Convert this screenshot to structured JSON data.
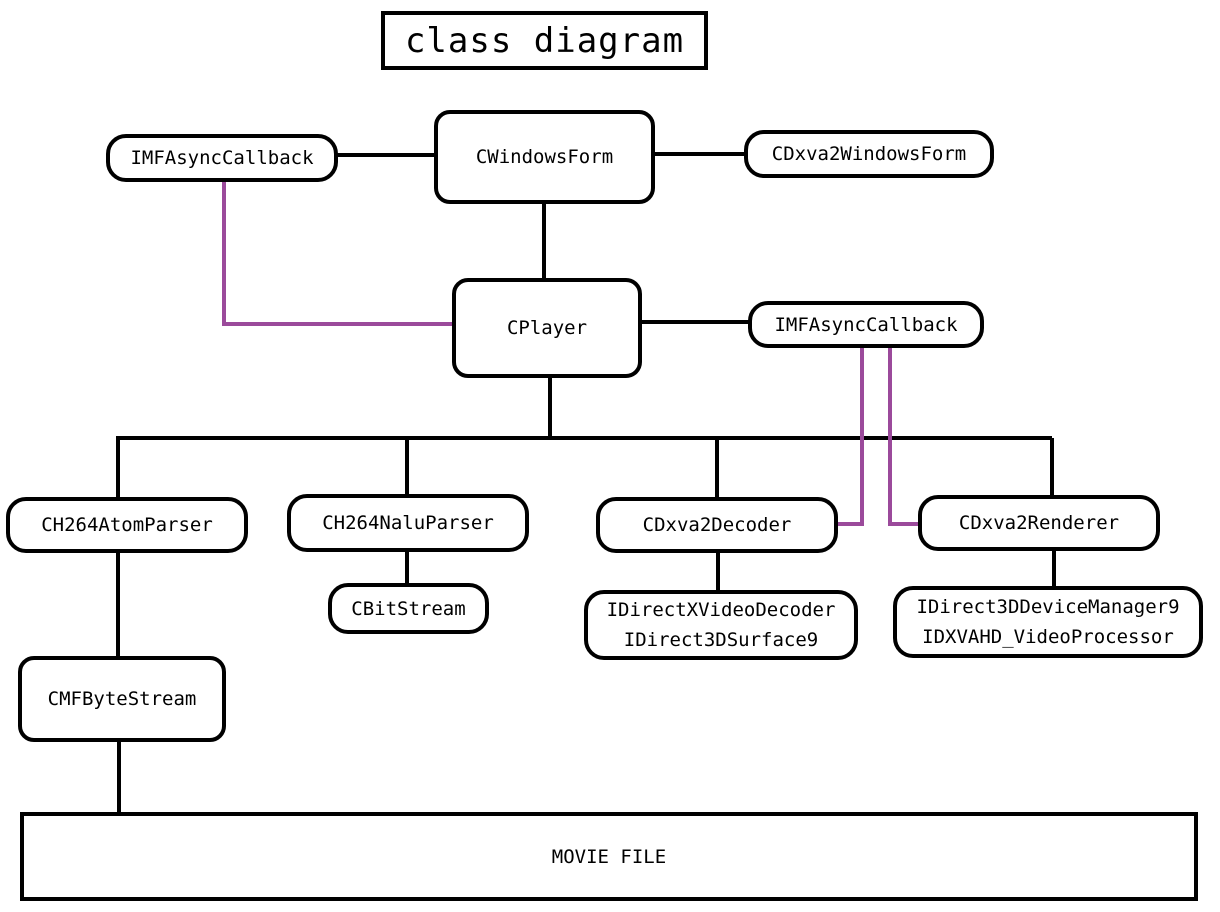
{
  "title": "class diagram",
  "colors": {
    "line": "#000000",
    "callback_link": "#9b4a9b"
  },
  "nodes": {
    "cb_top": "IMFAsyncCallback",
    "windows_form": "CWindowsForm",
    "dxva2_windows_form": "CDxva2WindowsForm",
    "player": "CPlayer",
    "cb_right": "IMFAsyncCallback",
    "atom_parser": "CH264AtomParser",
    "nalu_parser": "CH264NaluParser",
    "decoder": "CDxva2Decoder",
    "renderer": "CDxva2Renderer",
    "bitstream": "CBitStream",
    "decoder_if": [
      "IDirectXVideoDecoder",
      "IDirect3DSurface9"
    ],
    "renderer_if": [
      "IDirect3DDeviceManager9",
      "IDXVAHD_VideoProcessor"
    ],
    "byte_stream": "CMFByteStream",
    "movie_file": "MOVIE FILE"
  }
}
